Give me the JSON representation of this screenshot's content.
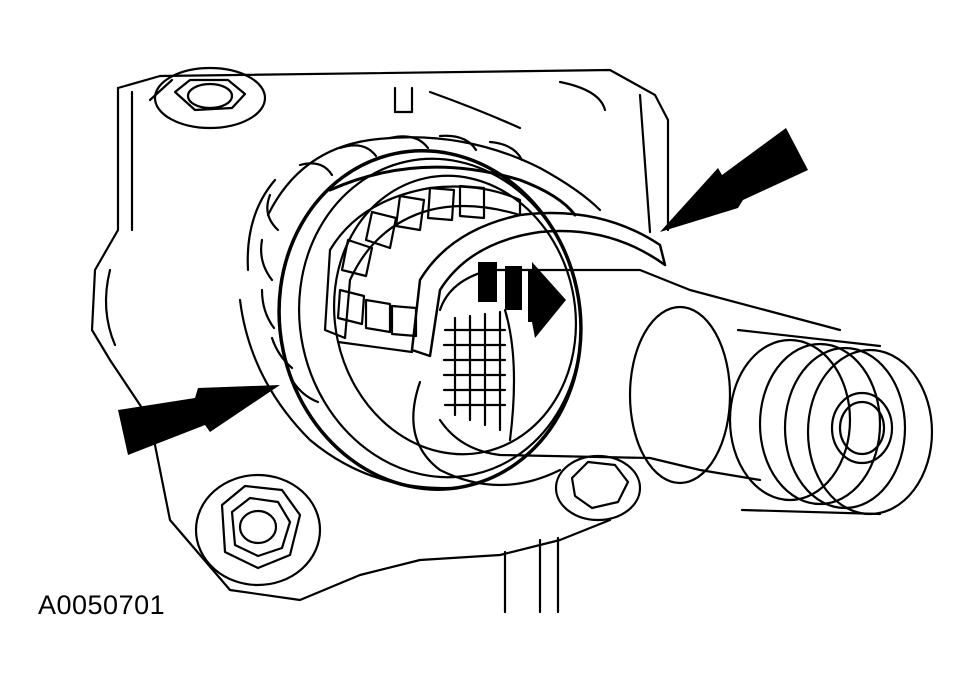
{
  "figure": {
    "id_label": "A0050701"
  },
  "colors": {
    "line": "#000000",
    "background": "#ffffff"
  },
  "icons": [
    "callout-arrow",
    "direction-arrow"
  ]
}
